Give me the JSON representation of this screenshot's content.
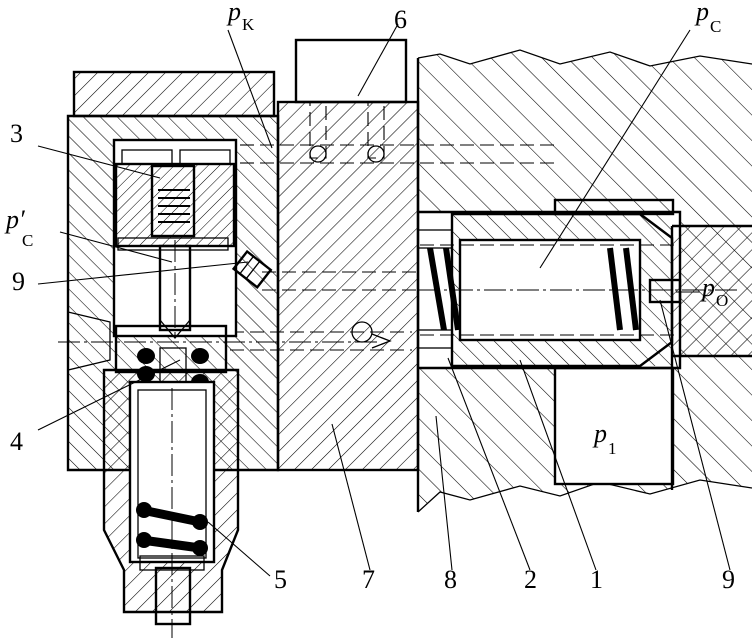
{
  "figure": {
    "labels": {
      "num_3": "3",
      "num_9_left": "9",
      "num_4": "4",
      "num_6": "6",
      "num_5": "5",
      "num_7": "7",
      "num_8": "8",
      "num_2": "2",
      "num_1": "1",
      "num_9_right": "9"
    },
    "pressures": {
      "pk": {
        "base": "p",
        "sub": "K"
      },
      "pc": {
        "base": "p",
        "sub": "C"
      },
      "pc_prime": {
        "base": "p′",
        "sub": "C"
      },
      "po": {
        "base": "p",
        "sub": "O"
      },
      "p1": {
        "base": "p",
        "sub": "1"
      }
    }
  }
}
